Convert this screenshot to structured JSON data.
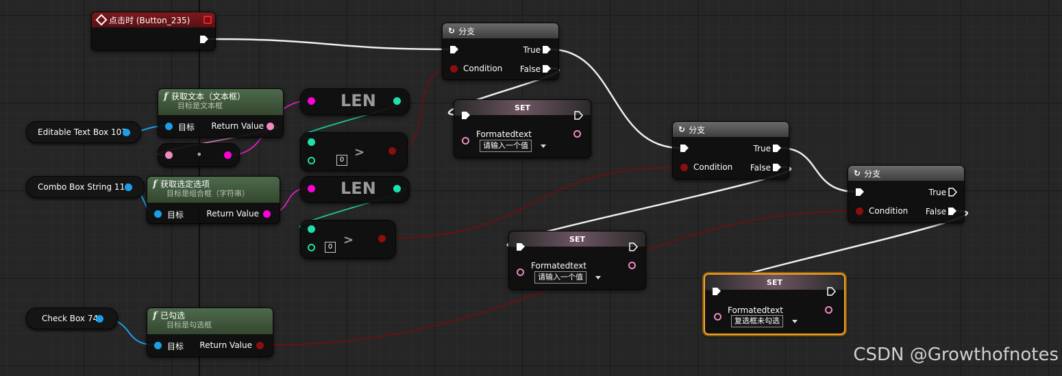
{
  "event": {
    "title": "点击时 (Button_235)"
  },
  "branch_label": "分支",
  "pins": {
    "true": "True",
    "false": "False",
    "condition": "Condition",
    "target": "目标",
    "return_value": "Return Value"
  },
  "get_text": {
    "title": "获取文本（文本框）",
    "subtitle": "目标是文本框"
  },
  "get_selected": {
    "title": "获取选定选项",
    "subtitle": "目标是组合框（字符串）"
  },
  "is_checked": {
    "title": "已勾选",
    "subtitle": "目标是勾选框"
  },
  "len_label": "LEN",
  "compare": {
    "op": ">",
    "value": "0"
  },
  "dot": "•",
  "variables": {
    "text_box": "Editable Text Box 107",
    "combo_box": "Combo Box String 116",
    "check_box": "Check Box 74"
  },
  "set_nodes": [
    {
      "title": "SET",
      "var": "Formatedtext",
      "value": "请输入一个值"
    },
    {
      "title": "SET",
      "var": "Formatedtext",
      "value": "请输入一个值"
    },
    {
      "title": "SET",
      "var": "Formatedtext",
      "value": "复选框未勾选"
    }
  ],
  "watermark": "CSDN @Growthofnotes",
  "colors": {
    "exec": "#ffffff",
    "bool": "#8c0e0e",
    "string": "#ff00d4",
    "object": "#1aa0e8",
    "int": "#1fe0aa",
    "selected": "#f5a623",
    "text": "#f08ac0"
  }
}
